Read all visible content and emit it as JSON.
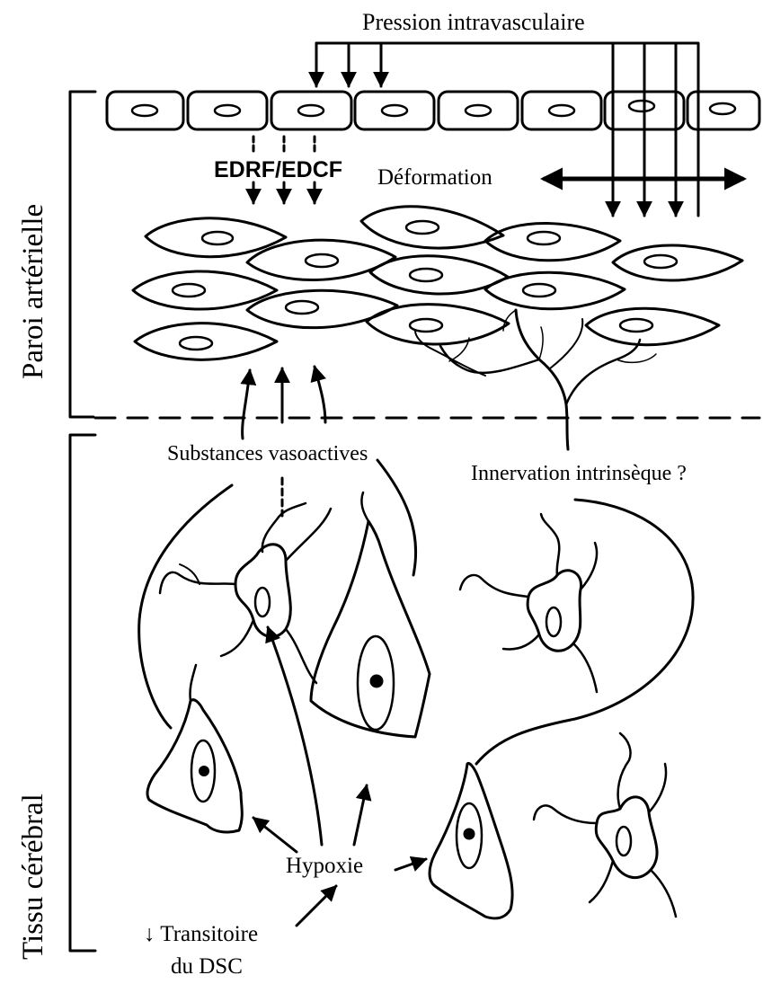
{
  "labels": {
    "pression": "Pression intravasculaire",
    "edrf": "EDRF/EDCF",
    "deformation": "Déformation",
    "paroi": "Paroi artérielle",
    "substances": "Substances vasoactives",
    "innervation": "Innervation intrinsèque ?",
    "tissu": "Tissu cérébral",
    "hypoxie": "Hypoxie",
    "transitoire": "↓ Transitoire",
    "dsc": "du DSC"
  }
}
